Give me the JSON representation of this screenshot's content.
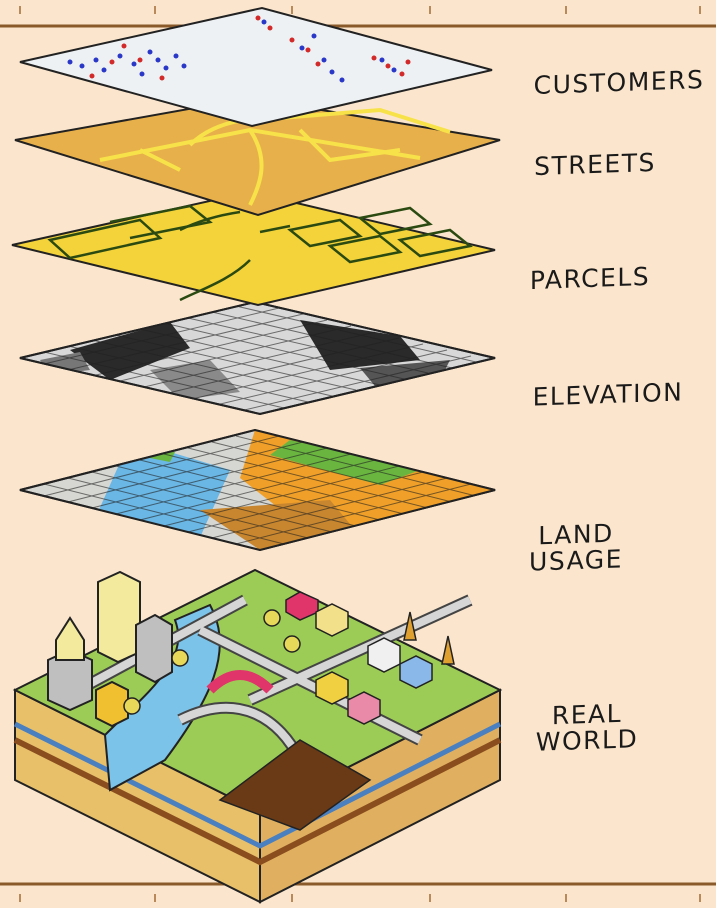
{
  "layers": [
    {
      "id": "customers",
      "label": "CUSTOMERS"
    },
    {
      "id": "streets",
      "label": "STREETS"
    },
    {
      "id": "parcels",
      "label": "PARCELS"
    },
    {
      "id": "elevation",
      "label": "ELEVATION"
    },
    {
      "id": "land-usage",
      "label_lines": [
        "LAND",
        "USAGE"
      ]
    },
    {
      "id": "real-world",
      "label_lines": [
        "REAL",
        "WORLD"
      ]
    }
  ],
  "colors": {
    "background": "#fbe6cd",
    "frame_line": "#8a5a2b",
    "customers_layer": "#eef1f3",
    "streets_layer": "#e8b04a",
    "street_lines": "#f7e24a",
    "parcels_layer": "#f3d23a",
    "parcel_lines": "#2b4a12",
    "elevation_dark": "#2a2a2a",
    "elevation_light": "#d8d8d8",
    "land_grass": "#6ab540",
    "land_water": "#6ab6e4",
    "land_orange": "#f0a028",
    "land_brown": "#b97a2e",
    "land_gray": "#d6d6d2",
    "customer_dot_red": "#d22a2a",
    "customer_dot_blue": "#2a38c8"
  }
}
